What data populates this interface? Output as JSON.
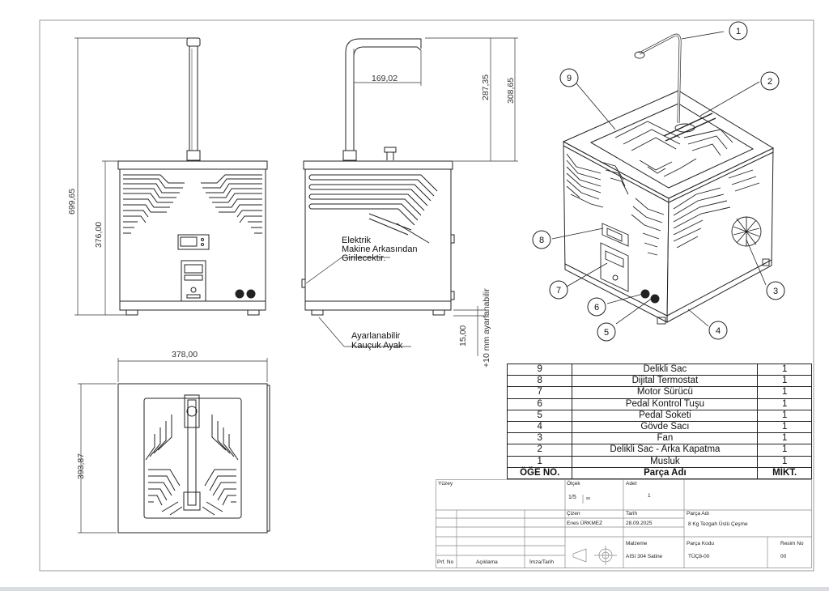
{
  "dimensions": {
    "front_total_height": "699,65",
    "front_body_height": "376,00",
    "side_arm_width": "169,02",
    "side_height_inner": "287,35",
    "side_height_outer": "308,65",
    "foot_height": "15,00",
    "foot_note": "+10 mm ayarlanabilir",
    "top_width": "378,00",
    "top_depth": "393,87"
  },
  "notes": {
    "electric_line1": "Elektrik",
    "electric_line2": "Makine Arkasından",
    "electric_line3": "Girilecektir.",
    "feet_line1": "Ayarlanabilir",
    "feet_line2": "Kauçuk Ayak"
  },
  "balloons": [
    "1",
    "2",
    "3",
    "4",
    "5",
    "6",
    "7",
    "8",
    "9"
  ],
  "parts_table": {
    "rows": [
      {
        "no": "9",
        "name": "Delikli Sac",
        "qty": "1"
      },
      {
        "no": "8",
        "name": "Dijital Termostat",
        "qty": "1"
      },
      {
        "no": "7",
        "name": "Motor Sürücü",
        "qty": "1"
      },
      {
        "no": "6",
        "name": "Pedal Kontrol Tuşu",
        "qty": "1"
      },
      {
        "no": "5",
        "name": "Pedal Soketi",
        "qty": "1"
      },
      {
        "no": "4",
        "name": "Gövde Sacı",
        "qty": "1"
      },
      {
        "no": "3",
        "name": "Fan",
        "qty": "1"
      },
      {
        "no": "2",
        "name": "Delikli Sac - Arka Kapatma",
        "qty": "1"
      },
      {
        "no": "1",
        "name": "Musluk",
        "qty": "1"
      }
    ],
    "header": {
      "no": "ÖĞE NO.",
      "name": "Parça Adı",
      "qty": "MİKT."
    }
  },
  "title_block": {
    "yuzey_label": "Yüzey",
    "olcek_label": "Ölçek",
    "olcek_value": "1/5",
    "olcek_small": "ss",
    "adet_label": "Adet",
    "adet_value": "1",
    "cizen_label": "Çizen",
    "cizen_value": "Enes ÜRKMEZ",
    "tarih_label": "Tarih",
    "tarih_value": "28.09.2025",
    "parca_adi_label": "Parça Adı",
    "parca_adi_value": "8 Kg Tezgah Üstü Çeşme",
    "malzeme_label": "Malzeme",
    "malzeme_value": "AISI 304 Satine",
    "parca_kodu_label": "Parça Kodu",
    "parca_kodu_value": "TÜÇ8-00",
    "resim_no_label": "Resim No",
    "resim_no_value": "00",
    "prf_no_label": "Prf. No",
    "aciklama_label": "Açıklama",
    "imza_label": "İmza/Tarih"
  }
}
